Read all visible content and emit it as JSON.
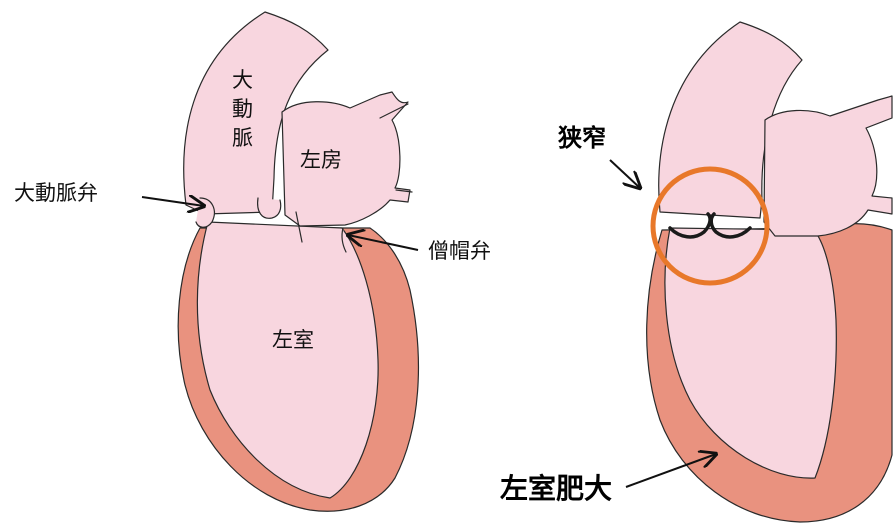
{
  "left_heart": {
    "labels": {
      "aorta_1": "大",
      "aorta_2": "動",
      "aorta_3": "脈",
      "left_atrium": "左房",
      "aortic_valve": "大動脈弁",
      "mitral_valve": "僧帽弁",
      "left_ventricle": "左室"
    }
  },
  "right_heart": {
    "labels": {
      "stenosis": "狭窄",
      "lv_hypertrophy": "左室肥大"
    },
    "highlight_color": "#e8782a"
  },
  "colors": {
    "muscle": "#e9927f",
    "chamber": "#f8d6df",
    "chamber_highlight": "#fdeef2",
    "valve_leaflet": "#1a1a1a"
  }
}
